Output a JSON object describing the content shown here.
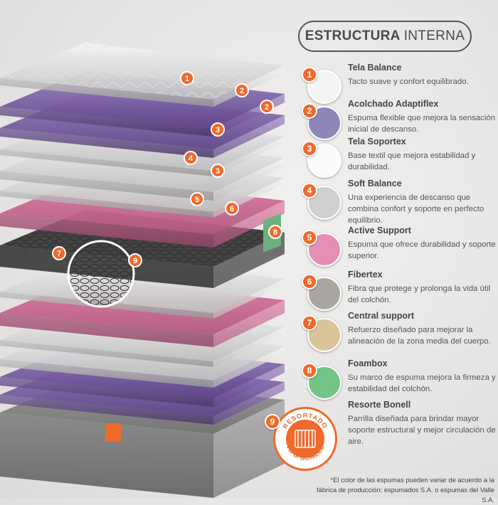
{
  "header": {
    "bold": "ESTRUCTURA",
    "light": "INTERNA"
  },
  "layers": [
    {
      "num": "1",
      "title": "Tela Balance",
      "desc": "Tacto suave y confort equilibrado.",
      "swatch": "#f4f4f4",
      "icon": "tela-balance-swatch-icon"
    },
    {
      "num": "2",
      "title": "Acolchado Adaptiflex",
      "desc": "Espuma flexible que mejora la sensación inicial de descanso.",
      "swatch": "#8e86b8",
      "icon": "acolchado-swatch-icon"
    },
    {
      "num": "3",
      "title": "Tela Soportex",
      "desc": "Base textil que mejora estabilidad y durabilidad.",
      "swatch": "#fafafa",
      "icon": "tela-soportex-swatch-icon"
    },
    {
      "num": "4",
      "title": "Soft Balance",
      "desc": "Una experiencia de descanso que combina confort y soporte en perfecto equilibrio.",
      "swatch": "#cfcfcf",
      "icon": "soft-balance-swatch-icon"
    },
    {
      "num": "5",
      "title": "Active Support",
      "desc": "Espuma que ofrece durabilidad y soporte superior.",
      "swatch": "#e58fb6",
      "icon": "active-support-swatch-icon"
    },
    {
      "num": "6",
      "title": "Fibertex",
      "desc": "Fibra que protege y prolonga la vida útil del colchón.",
      "swatch": "#a9a6a2",
      "icon": "fibertex-swatch-icon"
    },
    {
      "num": "7",
      "title": "Central support",
      "desc": "Refuerzo diseñado para mejorar la alineación de la zona media del cuerpo.",
      "swatch": "#d9c49a",
      "icon": "central-support-swatch-icon"
    },
    {
      "num": "8",
      "title": "Foambox",
      "desc": "Su marco de espuma mejora la firmeza y estabilidad del colchón.",
      "swatch": "#73c487",
      "icon": "foambox-swatch-icon"
    },
    {
      "num": "9",
      "title": "Resorte Bonell",
      "desc": "Parrilla diseñada para brindar mayor soporte estructural y mejor circulación de aire.",
      "icon": "resorte-bonell-icon"
    }
  ],
  "stamp": {
    "top_text": "RESORTADO",
    "bottom_text": "TIPO BONELL",
    "num": "9"
  },
  "footnote": "*El color de las espumas pueden variar de acuerdo a la fábrica de producción: espumados S.A. o espumas del Valle S.A.",
  "colors": {
    "accent": "#f06a2c",
    "purple": "#7d5ba6",
    "pink": "#d9739c",
    "gray": "#bdbdbd"
  },
  "diagram_labels": [
    "1",
    "2",
    "2",
    "3",
    "4",
    "3",
    "5",
    "6",
    "8",
    "7",
    "9"
  ]
}
